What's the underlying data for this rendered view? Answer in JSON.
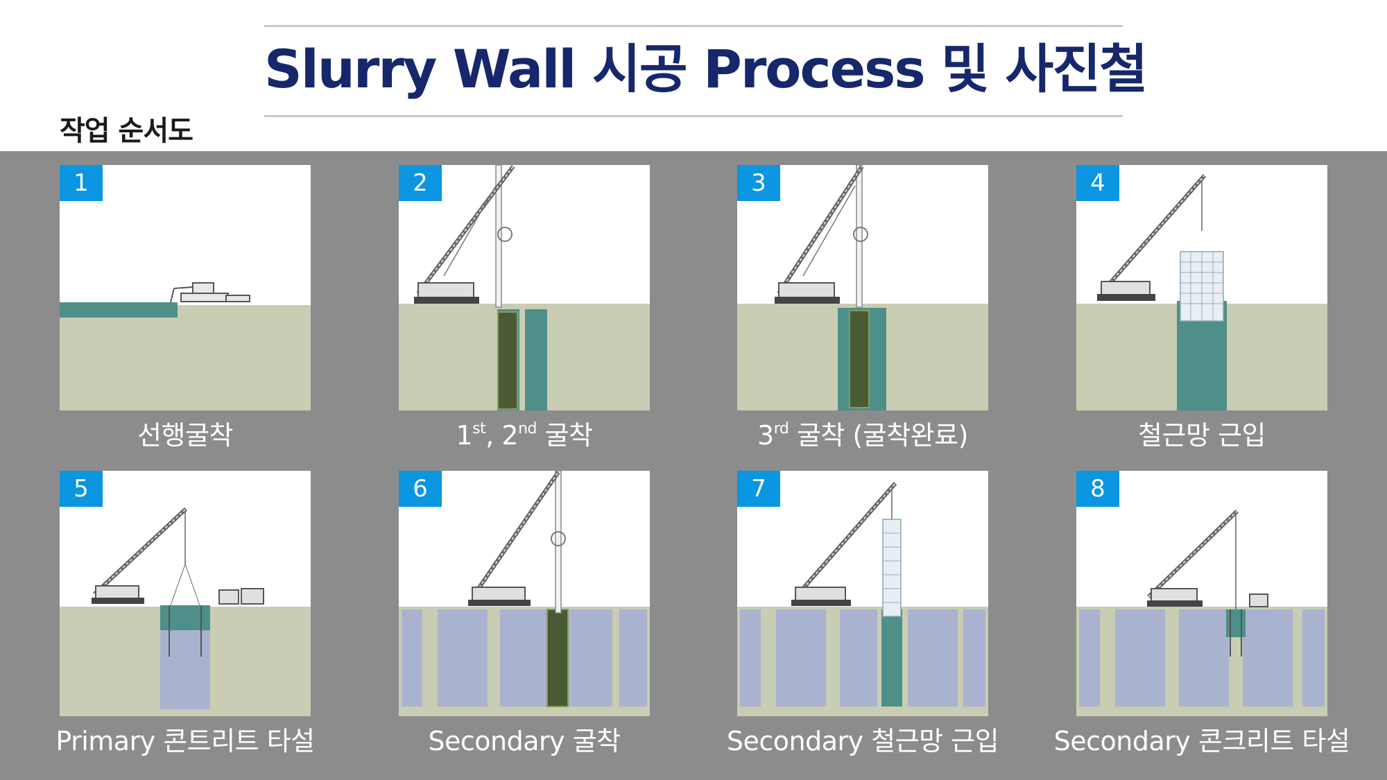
{
  "header": {
    "title": "Slurry Wall 시공 Process 및 사진철",
    "subtitle": "작업 순서도"
  },
  "steps": [
    {
      "number": "1",
      "caption": "선행굴착"
    },
    {
      "number": "2",
      "caption_parts": [
        "1",
        "st",
        ", 2",
        "nd",
        " 굴착"
      ]
    },
    {
      "number": "3",
      "caption_parts": [
        "3",
        "rd",
        " 굴착 (굴착완료)"
      ]
    },
    {
      "number": "4",
      "caption": "철근망 근입"
    },
    {
      "number": "5",
      "caption": "Primary 콘트리트 타설"
    },
    {
      "number": "6",
      "caption": "Secondary 굴착"
    },
    {
      "number": "7",
      "caption": "Secondary 철근망 근입"
    },
    {
      "number": "8",
      "caption": "Secondary 콘크리트 타설"
    }
  ],
  "colors": {
    "title": "#16276b",
    "panel": "#8c8c8c",
    "badge": "#0a96e0",
    "ground": "#c9cdb4",
    "slurry": "#4e8f89",
    "wall": "#a9b3cf"
  }
}
